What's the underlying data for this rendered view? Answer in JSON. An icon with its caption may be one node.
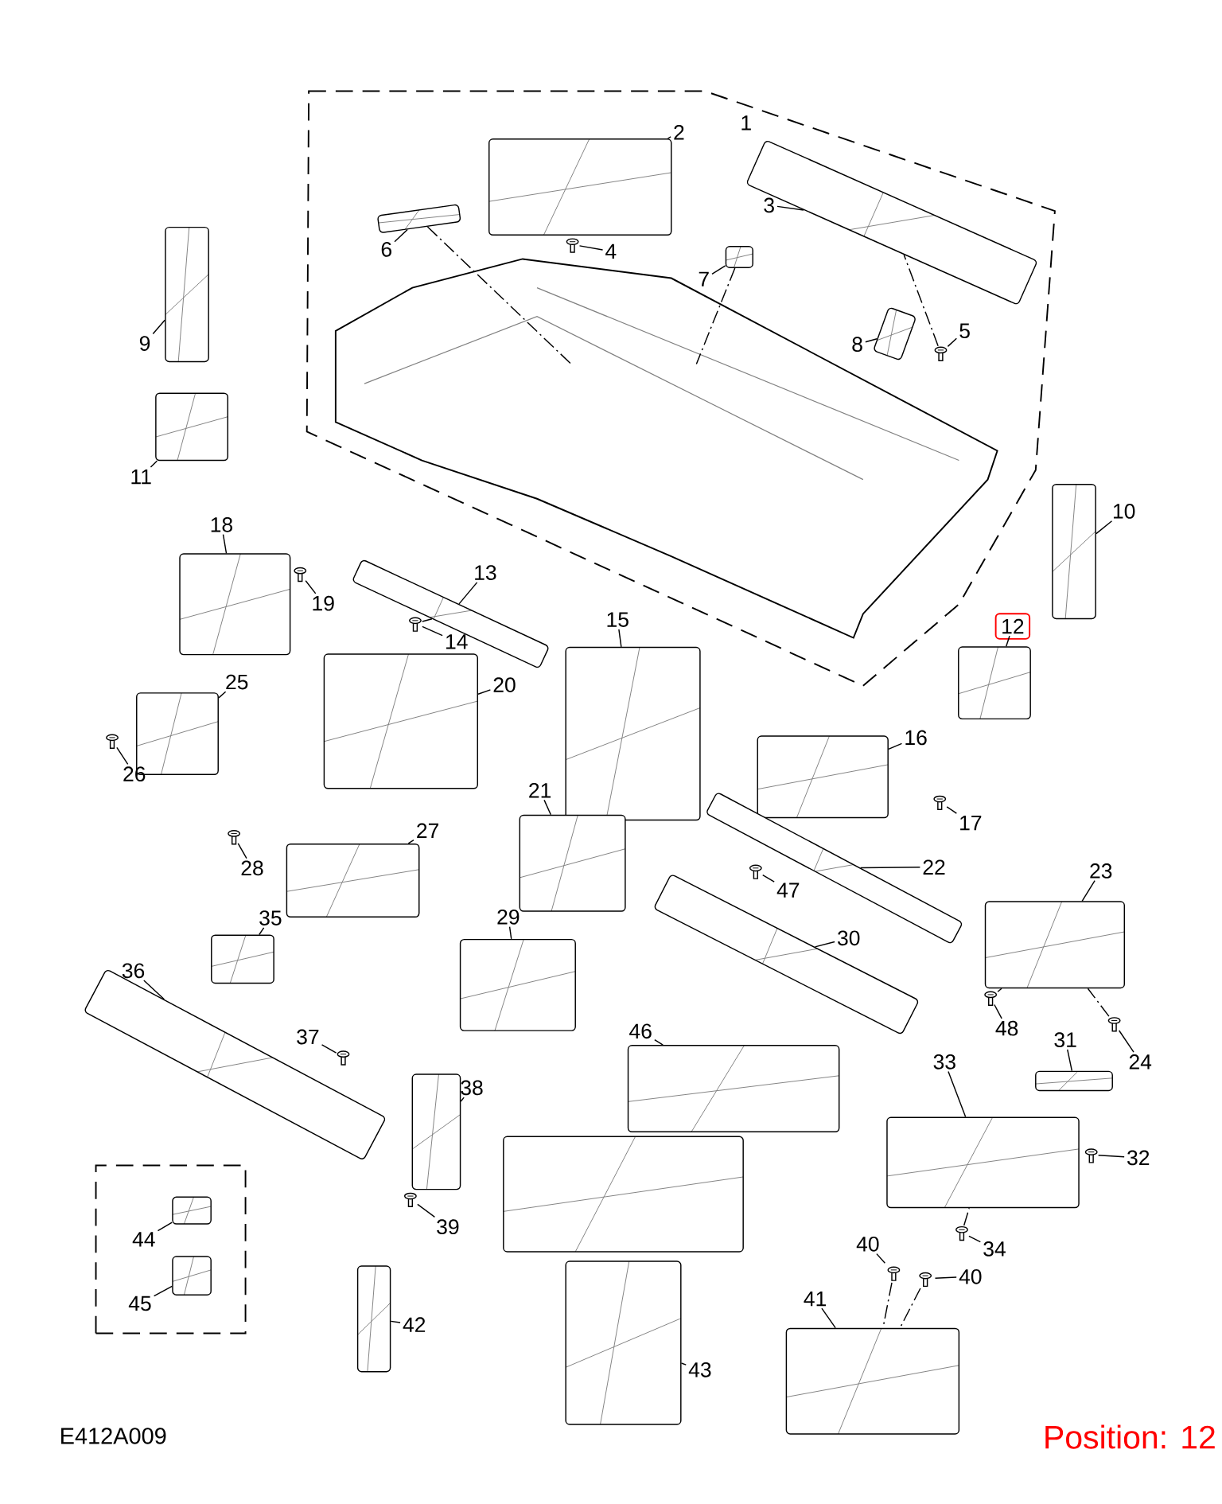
{
  "diagram": {
    "nodes": [
      {
        "text": [
          "1"
        ]
      },
      {
        "text": [
          "2"
        ],
        "in": 0
      },
      {
        "text": [],
        "shape": "picture",
        "in": 0
      },
      {
        "text": [
          "3"
        ],
        "in": 0
      },
      {
        "text": [],
        "shape": "picture",
        "in": 0
      },
      {
        "text": [
          "4"
        ],
        "in": 0
      },
      {
        "text": [],
        "shape": "picture",
        "in": 0
      },
      {
        "text": [
          "5"
        ],
        "in": 0
      },
      {
        "text": [],
        "shape": "picture",
        "in": 0
      },
      {
        "text": [
          "6"
        ],
        "in": 0
      },
      {
        "text": [],
        "shape": "picture",
        "in": 0
      },
      {
        "text": [
          "7"
        ],
        "in": 0
      },
      {
        "text": [],
        "shape": "picture",
        "in": 0
      },
      {
        "text": [
          "8"
        ],
        "in": 0
      },
      {
        "text": [],
        "shape": "picture",
        "in": 0
      },
      {
        "text": [],
        "shape": "picture",
        "in": 0
      },
      {
        "text": [
          "9"
        ]
      },
      {
        "text": [],
        "shape": "picture"
      },
      {
        "text": [
          "10"
        ]
      },
      {
        "text": [],
        "shape": "picture"
      },
      {
        "text": [
          "11"
        ]
      },
      {
        "text": [],
        "shape": "picture"
      },
      {
        "text": [
          "12"
        ]
      },
      {
        "text": [],
        "shape": "picture"
      },
      {
        "text": [
          "13"
        ]
      },
      {
        "text": [],
        "shape": "picture"
      },
      {
        "text": [
          "14"
        ]
      },
      {
        "text": [],
        "shape": "picture"
      },
      {
        "text": [
          "15"
        ]
      },
      {
        "text": [],
        "shape": "picture"
      },
      {
        "text": [
          "16"
        ]
      },
      {
        "text": [],
        "shape": "picture"
      },
      {
        "text": [
          "17"
        ]
      },
      {
        "text": [],
        "shape": "picture"
      },
      {
        "text": [
          "18"
        ]
      },
      {
        "text": [],
        "shape": "picture"
      },
      {
        "text": [
          "19"
        ]
      },
      {
        "text": [],
        "shape": "picture"
      },
      {
        "text": [
          "20"
        ]
      },
      {
        "text": [],
        "shape": "picture"
      },
      {
        "text": [
          "21"
        ]
      },
      {
        "text": [],
        "shape": "picture"
      },
      {
        "text": [
          "22"
        ]
      },
      {
        "text": [],
        "shape": "picture"
      },
      {
        "text": [
          "23"
        ]
      },
      {
        "text": [],
        "shape": "picture"
      },
      {
        "text": [
          "24"
        ]
      },
      {
        "text": [],
        "shape": "picture"
      },
      {
        "text": [
          "25"
        ]
      },
      {
        "text": [],
        "shape": "picture"
      },
      {
        "text": [
          "26"
        ]
      },
      {
        "text": [],
        "shape": "picture"
      },
      {
        "text": [
          "27"
        ]
      },
      {
        "text": [],
        "shape": "picture"
      },
      {
        "text": [
          "28"
        ]
      },
      {
        "text": [],
        "shape": "picture"
      },
      {
        "text": [
          "29"
        ]
      },
      {
        "text": [],
        "shape": "picture"
      },
      {
        "text": [
          "30"
        ]
      },
      {
        "text": [],
        "shape": "picture"
      },
      {
        "text": [
          "31"
        ]
      },
      {
        "text": [],
        "shape": "picture"
      },
      {
        "text": [
          "32"
        ]
      },
      {
        "text": [],
        "shape": "picture"
      },
      {
        "text": [
          "33"
        ]
      },
      {
        "text": [],
        "shape": "picture"
      },
      {
        "text": [
          "34"
        ]
      },
      {
        "text": [],
        "shape": "picture"
      },
      {
        "text": [
          "35"
        ]
      },
      {
        "text": [],
        "shape": "picture"
      },
      {
        "text": [
          "36"
        ]
      },
      {
        "text": [],
        "shape": "picture"
      },
      {
        "text": [
          "37"
        ]
      },
      {
        "text": [],
        "shape": "picture"
      },
      {
        "text": [
          "38"
        ]
      },
      {
        "text": [],
        "shape": "picture"
      },
      {
        "text": [
          "39"
        ]
      },
      {
        "text": [],
        "shape": "picture"
      },
      {
        "text": [
          "40"
        ]
      },
      {
        "text": [],
        "shape": "picture"
      },
      {
        "text": [
          "40"
        ]
      },
      {
        "text": [],
        "shape": "picture"
      },
      {
        "text": [
          "41"
        ]
      },
      {
        "text": [],
        "shape": "picture"
      },
      {
        "text": [
          "42"
        ]
      },
      {
        "text": [],
        "shape": "picture"
      },
      {
        "text": [
          "43"
        ]
      },
      {
        "text": [],
        "shape": "picture"
      },
      {
        "text": [],
        "shape": "box"
      },
      {
        "text": [
          "44"
        ],
        "in": 88
      },
      {
        "text": [],
        "shape": "picture",
        "in": 88
      },
      {
        "text": [
          "45"
        ],
        "in": 88
      },
      {
        "text": [],
        "shape": "picture",
        "in": 88
      },
      {
        "text": [
          "46"
        ]
      },
      {
        "text": [],
        "shape": "picture"
      },
      {
        "text": [
          "47"
        ]
      },
      {
        "text": [],
        "shape": "picture"
      },
      {
        "text": [
          "48"
        ]
      },
      {
        "text": [],
        "shape": "picture"
      },
      {
        "text": [],
        "shape": "picture"
      }
    ],
    "edges": [
      {
        "from": 1,
        "to": 2,
        "arrow": "none"
      },
      {
        "from": 3,
        "to": 4,
        "arrow": "none"
      },
      {
        "from": 5,
        "to": 6,
        "arrow": "none"
      },
      {
        "from": 7,
        "to": 8,
        "arrow": "none"
      },
      {
        "from": 9,
        "to": 10,
        "arrow": "none"
      },
      {
        "from": 11,
        "to": 12,
        "arrow": "none"
      },
      {
        "from": 13,
        "to": 14,
        "arrow": "none"
      },
      {
        "from": 16,
        "to": 17,
        "arrow": "none"
      },
      {
        "from": 18,
        "to": 19,
        "arrow": "none"
      },
      {
        "from": 20,
        "to": 21,
        "arrow": "none"
      },
      {
        "from": 22,
        "to": 23,
        "arrow": "none"
      },
      {
        "from": 24,
        "to": 25,
        "arrow": "none"
      },
      {
        "from": 26,
        "to": 27,
        "arrow": "none"
      },
      {
        "from": 28,
        "to": 29,
        "arrow": "none"
      },
      {
        "from": 30,
        "to": 31,
        "arrow": "none"
      },
      {
        "from": 32,
        "to": 33,
        "arrow": "none"
      },
      {
        "from": 34,
        "to": 35,
        "arrow": "none"
      },
      {
        "from": 36,
        "to": 37,
        "arrow": "none"
      },
      {
        "from": 38,
        "to": 39,
        "arrow": "none"
      },
      {
        "from": 40,
        "to": 41,
        "arrow": "none"
      },
      {
        "from": 42,
        "to": 43,
        "arrow": "none"
      },
      {
        "from": 44,
        "to": 45,
        "arrow": "none"
      },
      {
        "from": 46,
        "to": 47,
        "arrow": "none"
      },
      {
        "from": 48,
        "to": 49,
        "arrow": "none"
      },
      {
        "from": 50,
        "to": 51,
        "arrow": "none"
      },
      {
        "from": 52,
        "to": 53,
        "arrow": "none"
      },
      {
        "from": 54,
        "to": 55,
        "arrow": "none"
      },
      {
        "from": 56,
        "to": 57,
        "arrow": "none"
      },
      {
        "from": 58,
        "to": 59,
        "arrow": "none"
      },
      {
        "from": 60,
        "to": 61,
        "arrow": "none"
      },
      {
        "from": 62,
        "to": 63,
        "arrow": "none"
      },
      {
        "from": 64,
        "to": 65,
        "arrow": "none"
      },
      {
        "from": 66,
        "to": 67,
        "arrow": "none"
      },
      {
        "from": 68,
        "to": 69,
        "arrow": "none"
      },
      {
        "from": 70,
        "to": 71,
        "arrow": "none"
      },
      {
        "from": 72,
        "to": 73,
        "arrow": "none"
      },
      {
        "from": 74,
        "to": 75,
        "arrow": "none"
      },
      {
        "from": 76,
        "to": 77,
        "arrow": "none"
      },
      {
        "from": 78,
        "to": 79,
        "arrow": "none"
      },
      {
        "from": 80,
        "to": 81,
        "arrow": "none"
      },
      {
        "from": 82,
        "to": 83,
        "arrow": "none"
      },
      {
        "from": 84,
        "to": 85,
        "arrow": "none"
      },
      {
        "from": 86,
        "to": 87,
        "arrow": "none"
      },
      {
        "from": 89,
        "to": 90,
        "arrow": "none"
      },
      {
        "from": 91,
        "to": 92,
        "arrow": "none"
      },
      {
        "from": 93,
        "to": 94,
        "arrow": "none"
      },
      {
        "from": 95,
        "to": 96,
        "arrow": "none"
      },
      {
        "from": 97,
        "to": 98,
        "arrow": "none"
      },
      {
        "from": 10,
        "to": 15,
        "arrow": "none",
        "style": "dashed"
      },
      {
        "from": 12,
        "to": 15,
        "arrow": "none",
        "style": "dashed"
      },
      {
        "from": 8,
        "to": 4,
        "arrow": "none",
        "style": "dashed"
      },
      {
        "from": 27,
        "to": 25,
        "arrow": "none",
        "style": "dashed"
      },
      {
        "from": 98,
        "to": 45,
        "arrow": "none",
        "style": "dashed"
      },
      {
        "from": 47,
        "to": 45,
        "arrow": "none",
        "style": "dashed"
      },
      {
        "from": 67,
        "to": 65,
        "arrow": "none",
        "style": "dashed"
      },
      {
        "from": 79,
        "to": 83,
        "arrow": "none",
        "style": "dashed"
      },
      {
        "from": 81,
        "to": 83,
        "arrow": "none",
        "style": "dashed"
      }
    ],
    "labels": [
      "E412A009",
      "Position: 12"
    ]
  }
}
